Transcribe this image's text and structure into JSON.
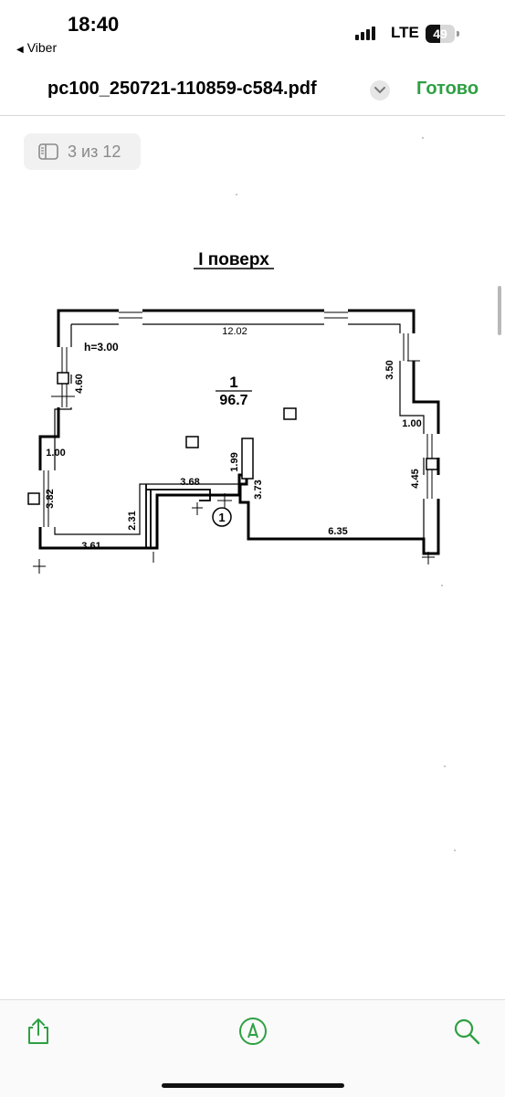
{
  "status": {
    "time": "18:40",
    "back_app": "Viber",
    "network": "LTE",
    "battery": "49",
    "battery_level": 0.49
  },
  "nav": {
    "filename": "pc100_250721-110859-c584.pdf",
    "done": "Готово"
  },
  "page_indicator": "3 из 12",
  "floorplan": {
    "title": "І поверх",
    "height_note": "h=3.00",
    "room_number": "1",
    "room_area": "96.7",
    "dimensions": [
      "12.02",
      "4.60",
      "3.50",
      "1.00",
      "1.00",
      "3.82",
      "1.99",
      "3.73",
      "3.68",
      "2.31",
      "3.61",
      "6.35",
      "4.45"
    ],
    "entrance_marker": "1"
  },
  "toolbar": {
    "icons": [
      "share-icon",
      "markup-icon",
      "search-icon"
    ]
  },
  "colors": {
    "accent": "#2ea043",
    "text_secondary": "#8a8a8a"
  }
}
